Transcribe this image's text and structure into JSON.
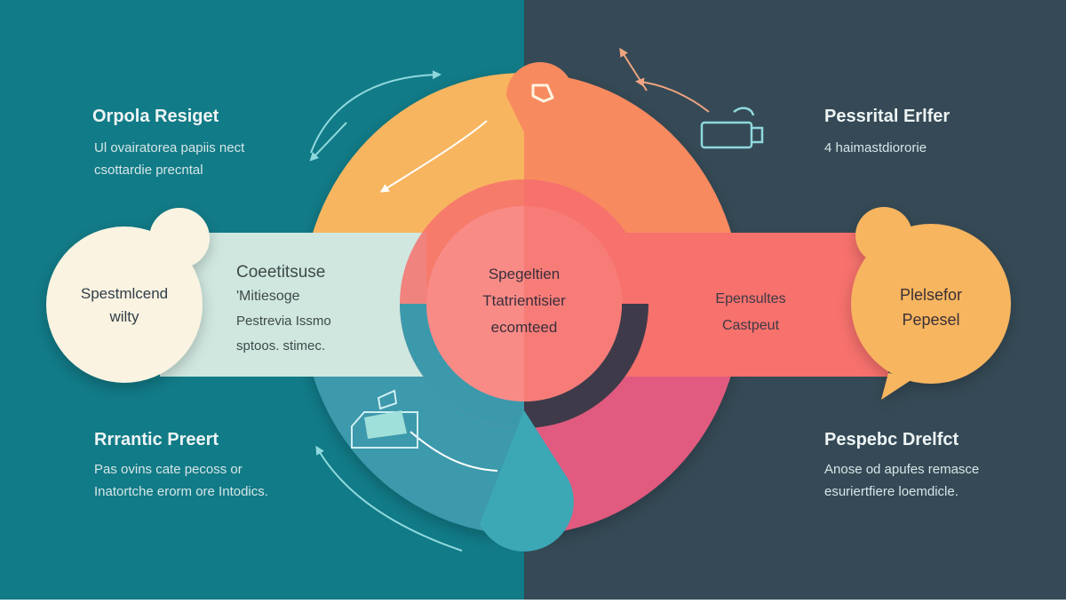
{
  "colors": {
    "bg_left": "#117b87",
    "bg_right": "#354a56",
    "yellow": "#f7b55f",
    "orange": "#f78a5f",
    "coral": "#f7716d",
    "blue": "#3c99ac",
    "pink": "#e15a7f",
    "cream": "#faf3e1",
    "mint": "#cfe7df",
    "accent_arrow": "#8fd8de",
    "accent_arrow_right": "#f0a580"
  },
  "top_left": {
    "title": "Orpola Resiget",
    "lines": [
      "Ul ovairatorea papiis nect",
      "csottardie precntal"
    ]
  },
  "top_right": {
    "title": "Pessrital Erlfer",
    "lines": [
      "4 haimastdiororie"
    ]
  },
  "bottom_left": {
    "title": "Rrrantic Preert",
    "lines": [
      "Pas ovins cate pecoss or",
      "Inatortche erorm ore Intodics."
    ]
  },
  "bottom_right": {
    "title": "Pespebc Drelfct",
    "lines": [
      "Anose od apufes remasce",
      "esuriertfiere loemdicle."
    ]
  },
  "left_bubble": {
    "lines": [
      "Spestmlcend",
      "wilty"
    ]
  },
  "left_band": {
    "lines": [
      "Coeetitsuse",
      "'Mitiesoge",
      "Pestrevia Issmo",
      "sptoos. stimec."
    ]
  },
  "center": {
    "lines": [
      "Spegeltien",
      "Ttatrientisier",
      "ecomteed"
    ]
  },
  "right_band": {
    "lines": [
      "Epensultes",
      "Castpeut"
    ]
  },
  "right_bubble": {
    "lines": [
      "Plelsefor",
      "Pepesel"
    ]
  },
  "icons": {
    "top_pin": "drop-icon",
    "top_right": "cup-icon",
    "bottom_left": "tray-icon"
  }
}
